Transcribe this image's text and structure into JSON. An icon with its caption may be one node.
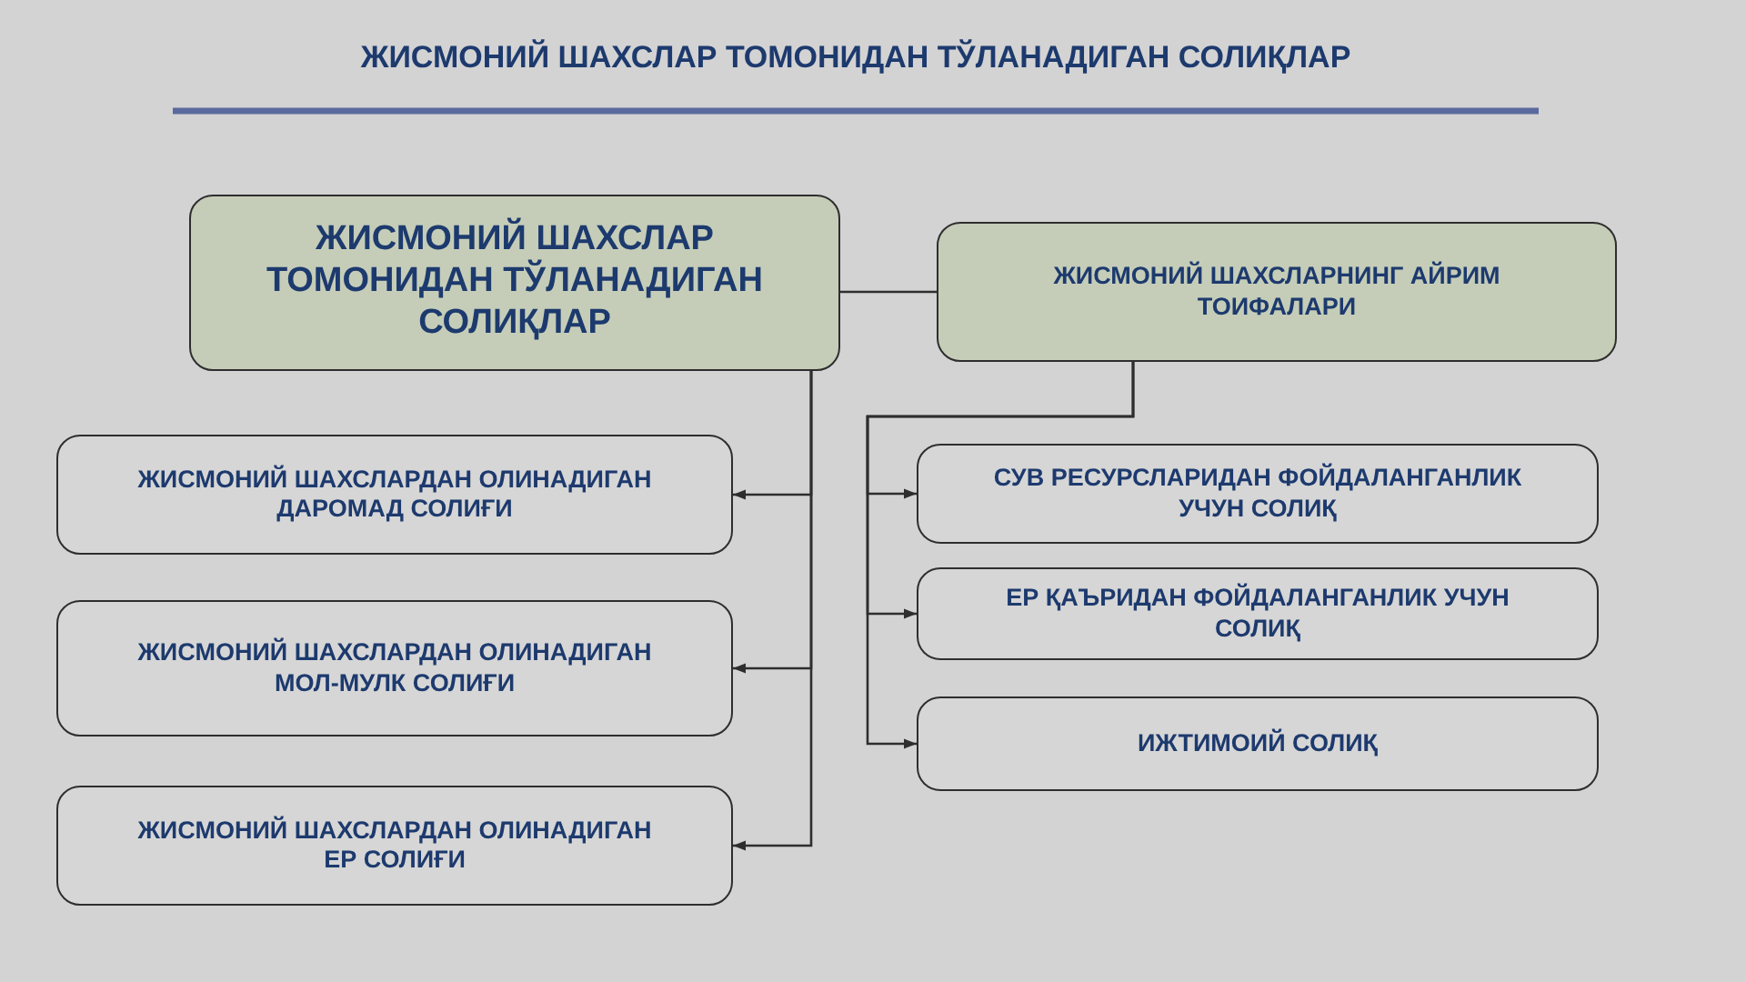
{
  "diagram": {
    "title": "ЖИСМОНИЙ ШАХСЛАР ТОМОНИДАН ТЎЛАНАДИГАН СОЛИҚЛАР",
    "nodes": [
      {
        "text": [
          "ЖИСМОНИЙ ШАХСЛАР ТОМОНИДАН ТЎЛАНАДИГАН СОЛИҚЛАР"
        ]
      },
      {
        "text": [
          "ЖИСМОНИЙ ШАХСЛАРНИНГ АЙРИМ ТОИФАЛАРИ"
        ]
      },
      {
        "text": [
          "ЖИСМОНИЙ ШАХСЛАРДАН ОЛИНАДИГАН ДАРОМАД СОЛИҒИ"
        ]
      },
      {
        "text": [
          "ЖИСМОНИЙ ШАХСЛАРДАН ОЛИНАДИГАН МОЛ-МУЛК СОЛИҒИ"
        ]
      },
      {
        "text": [
          "ЖИСМОНИЙ ШАХСЛАРДАН ОЛИНАДИГАН ЕР СОЛИҒИ"
        ]
      },
      {
        "text": [
          "СУВ РЕСУРСЛАРИДАН ФОЙДАЛАНГАНЛИК УЧУН СОЛИҚ"
        ]
      },
      {
        "text": [
          "ЕР ҚАЪРИДАН ФОЙДАЛАНГАНЛИК УЧУН СОЛИҚ"
        ]
      },
      {
        "text": [
          "ИЖТИМОИЙ СОЛИҚ"
        ]
      }
    ],
    "edges": [
      {
        "from": 0,
        "to": 1,
        "arrow": "none"
      },
      {
        "from": 0,
        "to": 2,
        "arrow": "to"
      },
      {
        "from": 0,
        "to": 3,
        "arrow": "to"
      },
      {
        "from": 0,
        "to": 4,
        "arrow": "to"
      },
      {
        "from": 1,
        "to": 5,
        "arrow": "to"
      },
      {
        "from": 1,
        "to": 6,
        "arrow": "to"
      },
      {
        "from": 1,
        "to": 7,
        "arrow": "to"
      }
    ]
  }
}
